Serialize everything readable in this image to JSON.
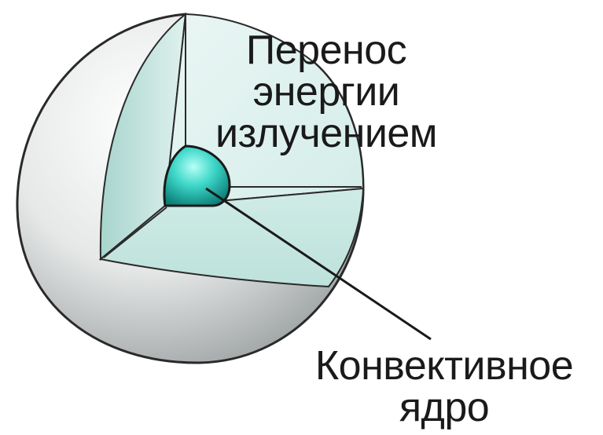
{
  "diagram": {
    "labels": {
      "radiative": {
        "lines": [
          "Перенос",
          "энергии",
          "излучением"
        ]
      },
      "core": {
        "lines": [
          "Конвективное",
          "ядро"
        ]
      }
    },
    "colors": {
      "shell_light": "#f4f5f5",
      "shell_dark": "#9ea3a3",
      "cut_face_light": "#e2f3f0",
      "cut_face_dark": "#a9d6cf",
      "core_light": "#8ff2e6",
      "core_dark": "#0e8f87",
      "outline": "#222222",
      "text": "#1a1a1a"
    }
  }
}
